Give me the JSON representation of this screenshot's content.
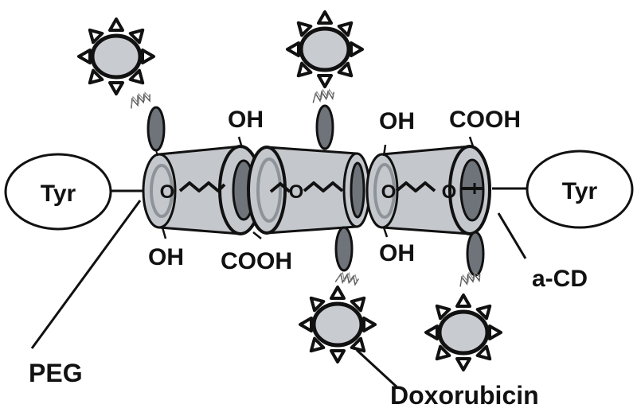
{
  "labels": {
    "tyr_left": "Tyr",
    "tyr_right": "Tyr",
    "oh_top_1": "OH",
    "oh_top_2": "OH",
    "cooh_top": "COOH",
    "oh_bottom_1": "OH",
    "cooh_bottom": "COOH",
    "oh_bottom_2": "OH",
    "acd": "a-CD",
    "peg": "PEG",
    "dox": "Doxorubicin",
    "o_1": "O",
    "o_2": "O",
    "o_3": "O",
    "o_4": "O"
  },
  "colors": {
    "outline": "#111111",
    "cd_fill": "#c4c8cd",
    "cd_rim": "#8e9399",
    "ellipse_dark": "#6f747a",
    "dox_fill": "#c8ccd1"
  },
  "icons": {
    "drug": "sun-star-icon",
    "linker": "squiggle-linker-icon"
  }
}
